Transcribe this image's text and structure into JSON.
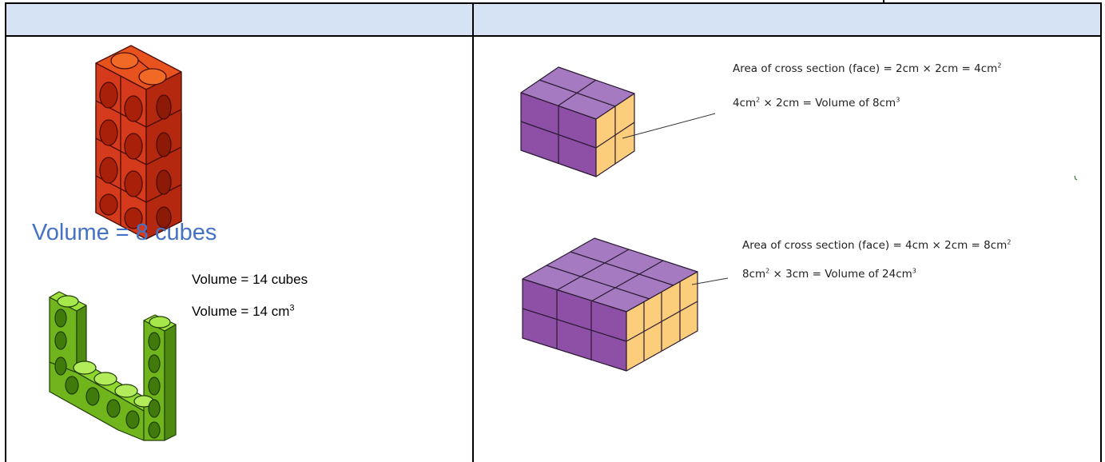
{
  "left_cell": {
    "volume_cubes_label": "Volume = 8 cubes",
    "u_shape_volume_cubes": "Volume = 14 cubes",
    "u_shape_volume_cm_prefix": "Volume = 14 cm",
    "u_shape_volume_cm_exp": "3"
  },
  "right_cell": {
    "small_prism": {
      "area_prefix": "Area of cross section (face) = 2cm × 2cm = 4cm",
      "area_exp": "2",
      "volume_part1": "4cm",
      "volume_part1_exp": "2",
      "volume_part2": " × 2cm = Volume of 8cm",
      "volume_part2_exp": "3"
    },
    "large_prism": {
      "area_prefix": "Area of cross section (face) = 4cm × 2cm = 8cm",
      "area_exp": "2",
      "volume_part1": "8cm",
      "volume_part1_exp": "2",
      "volume_part2": " × 3cm = Volume of 24cm",
      "volume_part2_exp": "3"
    }
  },
  "colors": {
    "header_fill": "#d6e3f5",
    "red_cube": "#d9381e",
    "green_cube": "#7cc61e",
    "purple_face": "#8e4fa6",
    "cream_face": "#fcce7c",
    "volume_label": "#4472c4"
  }
}
